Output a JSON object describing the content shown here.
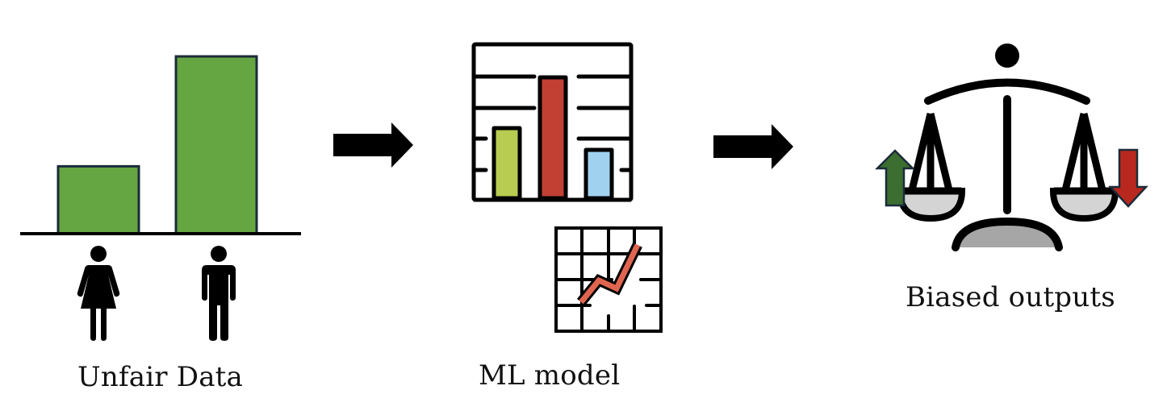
{
  "diagram": {
    "title": "Bias pipeline: Unfair Data to ML model to Biased outputs",
    "stages": [
      {
        "id": "unfair-data",
        "label": "Unfair Data",
        "bars": [
          {
            "group": "women",
            "relative_value": 0.38,
            "color": "#66a642"
          },
          {
            "group": "men",
            "relative_value": 1.0,
            "color": "#66a642"
          }
        ],
        "bar_outline_color": "#1b2b3a",
        "icons": [
          "woman-icon",
          "man-icon"
        ]
      },
      {
        "id": "ml-model",
        "label": "ML model",
        "bar_chart_icon": {
          "bars": [
            {
              "relative_value": 0.58,
              "color": "#b8cc52"
            },
            {
              "relative_value": 1.0,
              "color": "#c23f33"
            },
            {
              "relative_value": 0.4,
              "color": "#a0d2f0"
            }
          ]
        },
        "line_chart_icon": {
          "line_color": "#e06550"
        }
      },
      {
        "id": "biased-outputs",
        "label": "Biased outputs",
        "scale_icon": {
          "pan_color": "#d4d4d4",
          "base_color": "#a6a6a6"
        },
        "up_arrow_color": "#3b6e30",
        "down_arrow_color": "#b8281e"
      }
    ],
    "connectors": [
      {
        "from": "unfair-data",
        "to": "ml-model",
        "icon": "right-arrow-icon"
      },
      {
        "from": "ml-model",
        "to": "biased-outputs",
        "icon": "right-arrow-icon"
      }
    ]
  }
}
